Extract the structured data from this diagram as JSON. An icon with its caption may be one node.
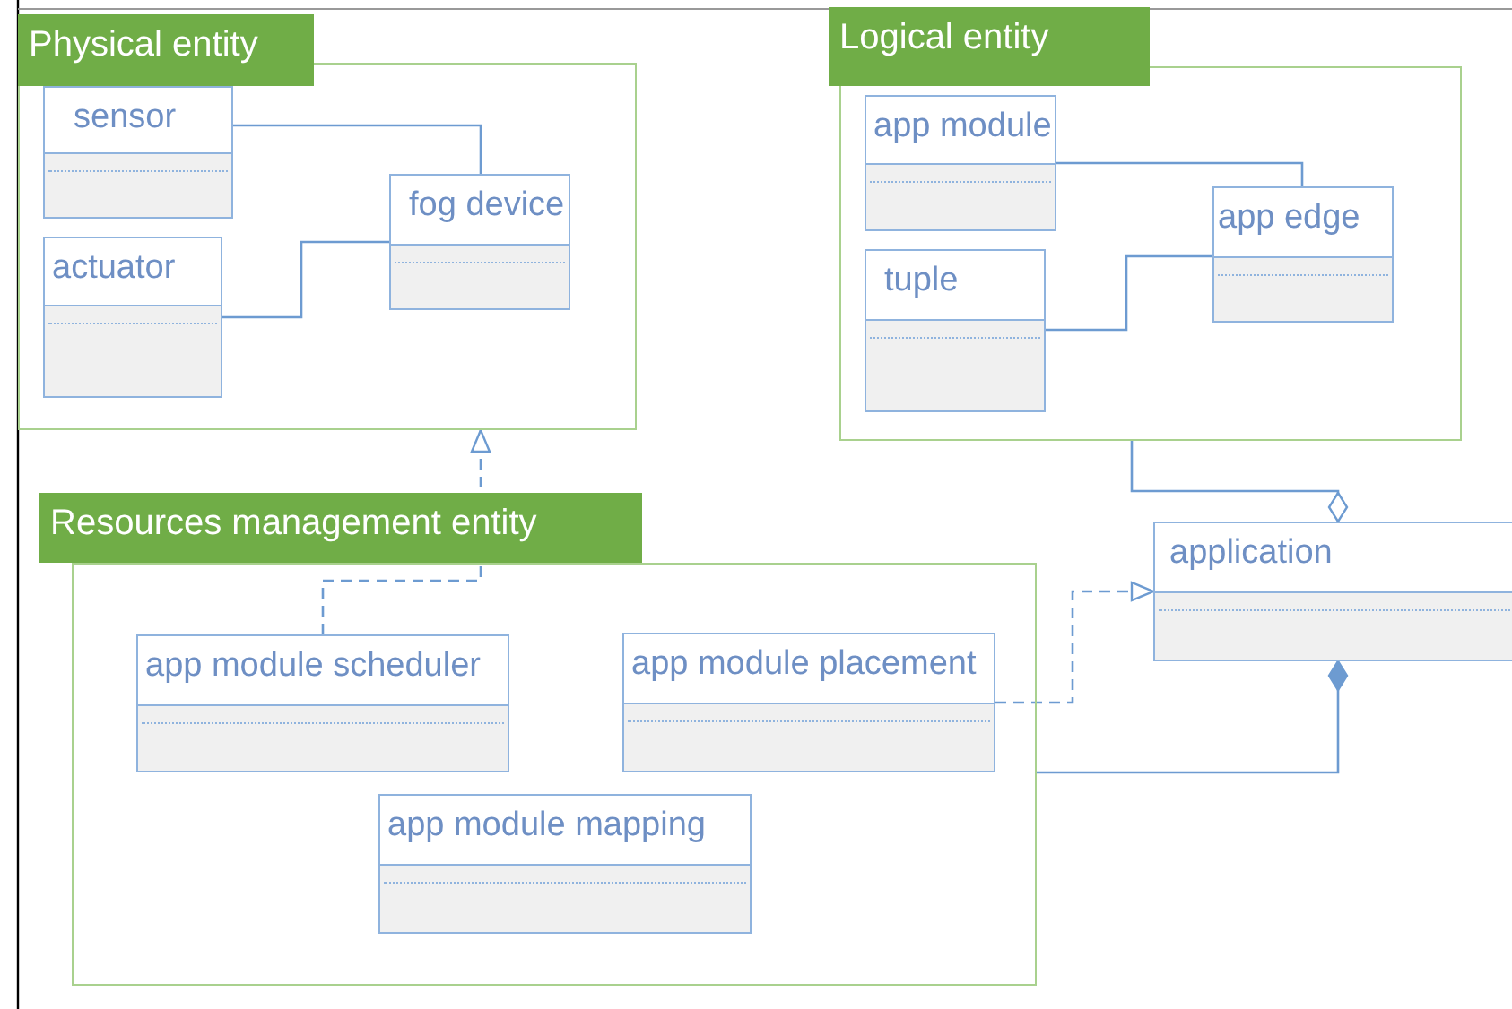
{
  "diagram": {
    "nodes": [
      {
        "text": [
          "Physical entity"
        ]
      },
      {
        "text": [
          "sensor"
        ],
        "in": 0
      },
      {
        "text": [
          "actuator"
        ],
        "in": 0
      },
      {
        "text": [
          "fog device"
        ],
        "in": 0
      },
      {
        "text": [
          "Logical entity"
        ]
      },
      {
        "text": [
          "app module"
        ],
        "in": 4
      },
      {
        "text": [
          "app edge"
        ],
        "in": 4
      },
      {
        "text": [
          "tuple"
        ],
        "in": 4
      },
      {
        "text": [
          "Resources management entity"
        ]
      },
      {
        "text": [
          "app module scheduler"
        ],
        "in": 8
      },
      {
        "text": [
          "app module placement"
        ],
        "in": 8
      },
      {
        "text": [
          "app module mapping"
        ],
        "in": 8
      },
      {
        "text": [
          "application"
        ]
      }
    ],
    "edges": [
      {
        "from": 1,
        "to": 3,
        "arrow": "none"
      },
      {
        "from": 2,
        "to": 3,
        "arrow": "none"
      },
      {
        "from": 5,
        "to": 6,
        "arrow": "none"
      },
      {
        "from": 7,
        "to": 6,
        "arrow": "none"
      },
      {
        "from": 9,
        "to": 0,
        "arrow": "to",
        "style": "dashed"
      },
      {
        "from": 10,
        "to": 12,
        "arrow": "to",
        "style": "dashed"
      },
      {
        "from": 4,
        "to": 12,
        "arrow": "other"
      },
      {
        "from": 8,
        "to": 12,
        "arrow": "other"
      }
    ]
  }
}
